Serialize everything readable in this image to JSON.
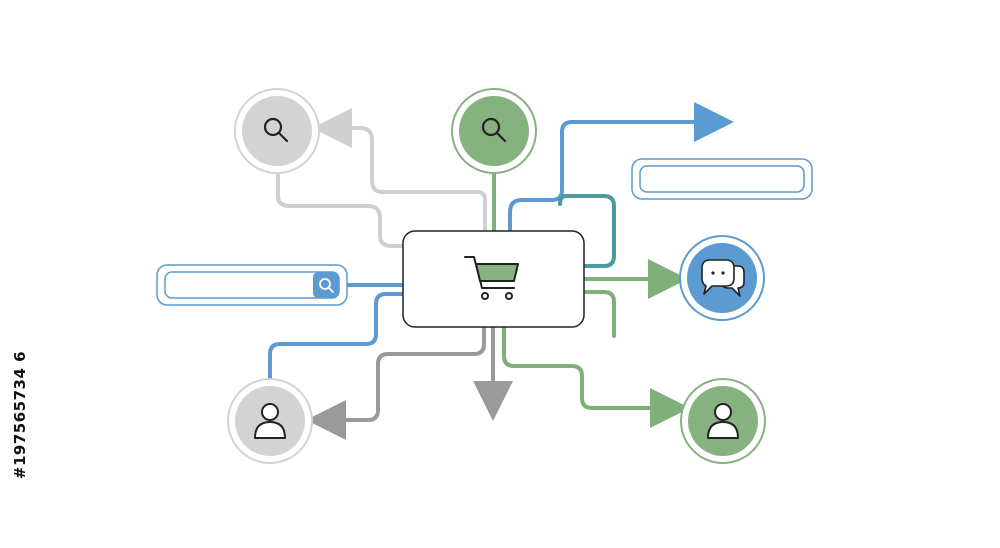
{
  "image_id_text": "#197565734 6",
  "colors": {
    "gray_line": "#cfcfcf",
    "gray_dark_line": "#9a9a9a",
    "blue": "#5b9bd1",
    "teal": "#4a9a9e",
    "green": "#7fb07a",
    "gray_fill": "#d3d3d3",
    "green_fill": "#86b27f",
    "blue_fill": "#5b9bd1"
  },
  "nodes": [
    {
      "name": "search-node-gray",
      "icon": "search-icon"
    },
    {
      "name": "search-node-green",
      "icon": "search-icon"
    },
    {
      "name": "chat-node-blue",
      "icon": "chat-bubbles-icon"
    },
    {
      "name": "user-node-gray",
      "icon": "user-icon"
    },
    {
      "name": "user-node-green",
      "icon": "user-icon"
    },
    {
      "name": "central-cart-box",
      "icon": "shopping-cart-icon"
    },
    {
      "name": "search-bar-left",
      "icon": "search-icon"
    },
    {
      "name": "input-bar-right",
      "icon": ""
    }
  ]
}
